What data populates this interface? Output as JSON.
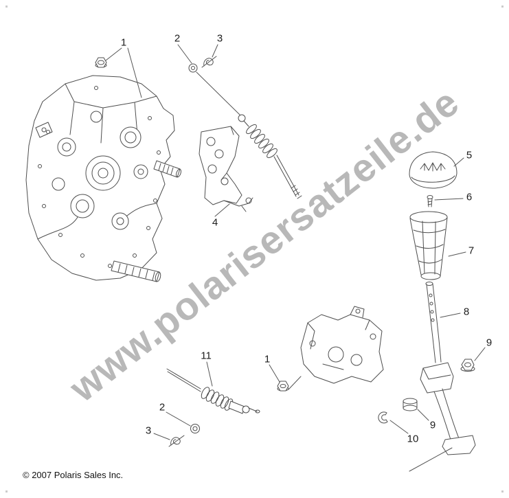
{
  "page": {
    "background": "#ffffff",
    "line_color": "#4d4d4d",
    "copyright": "© 2007 Polaris Sales Inc.",
    "watermark": {
      "text": "www.polarisersatzeile.de",
      "color": "#7d7d7d"
    }
  },
  "callouts": [
    {
      "id": "1-top",
      "label": "1"
    },
    {
      "id": "2-top",
      "label": "2"
    },
    {
      "id": "3-top",
      "label": "3"
    },
    {
      "id": "4",
      "label": "4"
    },
    {
      "id": "5",
      "label": "5"
    },
    {
      "id": "6",
      "label": "6"
    },
    {
      "id": "7",
      "label": "7"
    },
    {
      "id": "8",
      "label": "8"
    },
    {
      "id": "9-upper",
      "label": "9"
    },
    {
      "id": "9-lower",
      "label": "9"
    },
    {
      "id": "10",
      "label": "10"
    },
    {
      "id": "11",
      "label": "11"
    },
    {
      "id": "1-lower",
      "label": "1"
    },
    {
      "id": "2-lower",
      "label": "2"
    },
    {
      "id": "3-lower",
      "label": "3"
    }
  ]
}
